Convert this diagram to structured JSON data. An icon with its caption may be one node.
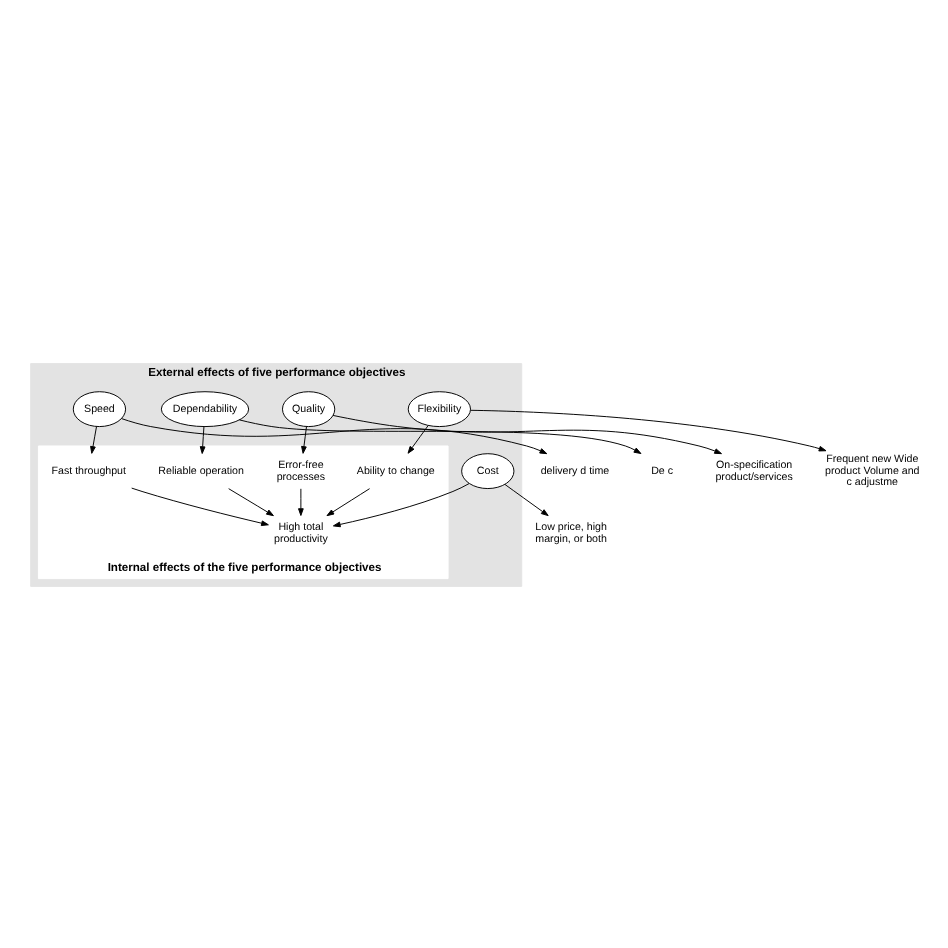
{
  "diagram": {
    "nodes": [
      {
        "text": [
          "External effects of five performance objectives"
        ]
      },
      {
        "text": [
          "Internal effects of the five performance objectives"
        ],
        "in": 0
      },
      {
        "text": [
          "Cost"
        ],
        "in": 0
      },
      {
        "text": [
          "Speed"
        ],
        "in": 0
      },
      {
        "text": [
          "Dependability"
        ],
        "in": 0
      },
      {
        "text": [
          "Quality"
        ],
        "in": 0
      },
      {
        "text": [
          "Flexibility"
        ],
        "in": 0
      },
      {
        "text": [
          "High total productivity"
        ],
        "in": 1
      },
      {
        "text": [
          "Fast throughput"
        ],
        "in": 1
      },
      {
        "text": [
          "Reliable operation"
        ],
        "in": 1
      },
      {
        "text": [
          "Error-free processes"
        ],
        "in": 1
      },
      {
        "text": [
          "Ability to change"
        ],
        "in": 1
      },
      {
        "text": [
          "Low price, high margin, or both"
        ]
      },
      {
        "text": [
          "delivery d time"
        ]
      },
      {
        "text": [
          "De c"
        ]
      },
      {
        "text": [
          "On-specification product/services"
        ]
      },
      {
        "text": [
          "Frequent new Wide product Volume and c adjustme"
        ]
      }
    ],
    "edges": [
      {
        "from": 2,
        "to": 12,
        "arrow": "to"
      },
      {
        "from": 2,
        "to": 7,
        "arrow": "to"
      },
      {
        "from": 3,
        "to": 13,
        "arrow": "to"
      },
      {
        "from": 3,
        "to": 8,
        "arrow": "to"
      },
      {
        "from": 8,
        "to": 7,
        "arrow": "to"
      },
      {
        "from": 4,
        "to": 14,
        "arrow": "to"
      },
      {
        "from": 4,
        "to": 9,
        "arrow": "to"
      },
      {
        "from": 9,
        "to": 7,
        "arrow": "to"
      },
      {
        "from": 5,
        "to": 15,
        "arrow": "to"
      },
      {
        "from": 5,
        "to": 10,
        "arrow": "to"
      },
      {
        "from": 10,
        "to": 7,
        "arrow": "to"
      },
      {
        "from": 6,
        "to": 16,
        "arrow": "to"
      },
      {
        "from": 6,
        "to": 11,
        "arrow": "to"
      },
      {
        "from": 11,
        "to": 7,
        "arrow": "to"
      }
    ]
  }
}
